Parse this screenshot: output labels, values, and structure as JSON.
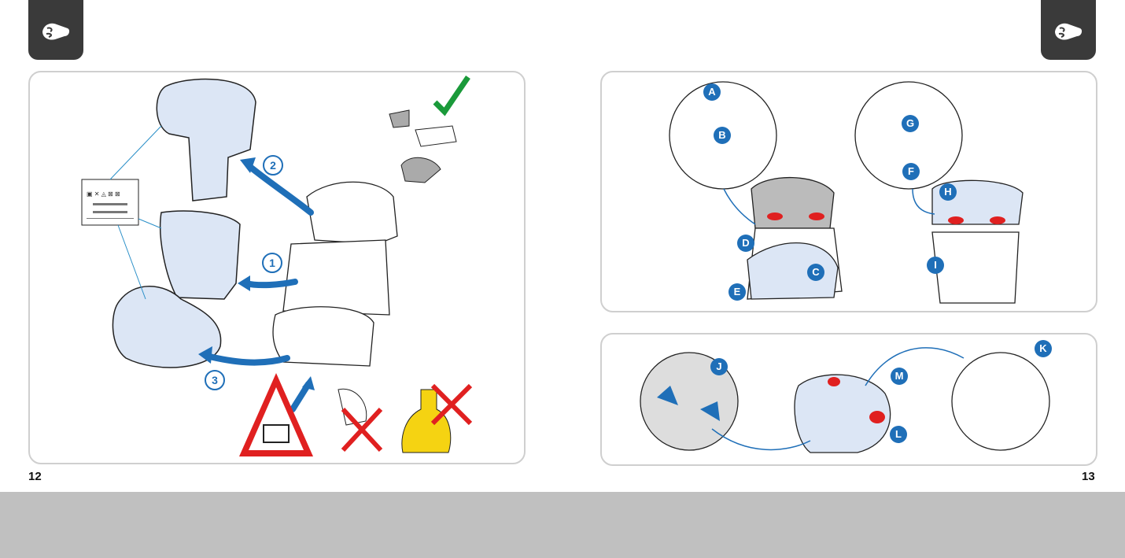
{
  "pages": {
    "left": "12",
    "right": "13"
  },
  "steps": [
    "1",
    "2",
    "3"
  ],
  "labels": {
    "A": "A",
    "B": "B",
    "C": "C",
    "D": "D",
    "E": "E",
    "F": "F",
    "G": "G",
    "H": "H",
    "I": "I",
    "J": "J",
    "K": "K",
    "L": "L",
    "M": "M"
  },
  "icons": {
    "header": "hand-wash-icon",
    "care_label": "care-label-icon",
    "warning": "read-instructions-warning-icon"
  },
  "colors": {
    "accent": "#1f6fb8",
    "tab": "#3a3a3a",
    "cover": "#dce6f5",
    "red": "#e02020",
    "green": "#1a9a3a"
  }
}
